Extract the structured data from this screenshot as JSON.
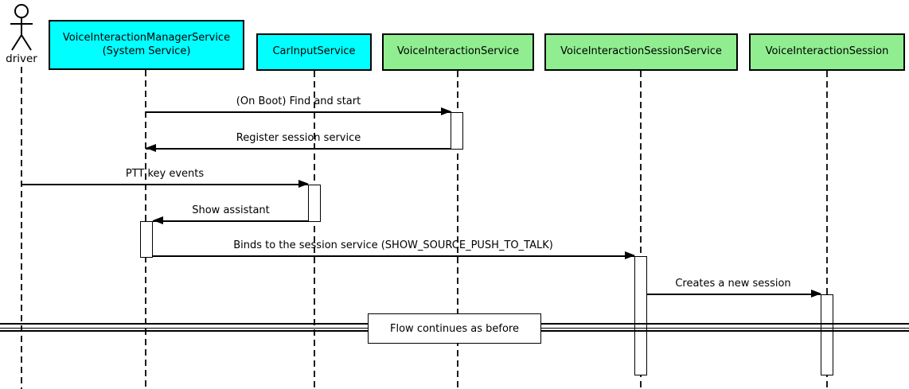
{
  "diagram_type": "uml-sequence-diagram",
  "colors": {
    "background": "#ffffff",
    "line": "#000000",
    "participant_cyan": "#00ffff",
    "participant_green": "#90ee90",
    "activation_fill": "#ffffff"
  },
  "actor": {
    "label": "driver"
  },
  "participants": [
    {
      "label": "VoiceInteractionManagerService",
      "sublabel": "(System Service)",
      "fill": "#00ffff"
    },
    {
      "label": "CarInputService",
      "fill": "#00ffff"
    },
    {
      "label": "VoiceInteractionService",
      "fill": "#90ee90"
    },
    {
      "label": "VoiceInteractionSessionService",
      "fill": "#90ee90"
    },
    {
      "label": "VoiceInteractionSession",
      "fill": "#90ee90"
    }
  ],
  "messages": [
    {
      "label": "(On Boot) Find and start",
      "from": "VoiceInteractionManagerService (System Service)",
      "to": "VoiceInteractionService",
      "direction": "right"
    },
    {
      "label": "Register session service",
      "from": "VoiceInteractionService",
      "to": "VoiceInteractionManagerService (System Service)",
      "direction": "left"
    },
    {
      "label": "PTT key events",
      "from": "driver",
      "to": "CarInputService",
      "direction": "right"
    },
    {
      "label": "Show assistant",
      "from": "CarInputService",
      "to": "VoiceInteractionManagerService (System Service)",
      "direction": "left"
    },
    {
      "label": "Binds to the session service (SHOW_SOURCE_PUSH_TO_TALK)",
      "from": "VoiceInteractionManagerService (System Service)",
      "to": "VoiceInteractionSessionService",
      "direction": "right"
    },
    {
      "label": "Creates a new session",
      "from": "VoiceInteractionSessionService",
      "to": "VoiceInteractionSession",
      "direction": "right"
    }
  ],
  "divider": {
    "label": "Flow continues as before"
  }
}
